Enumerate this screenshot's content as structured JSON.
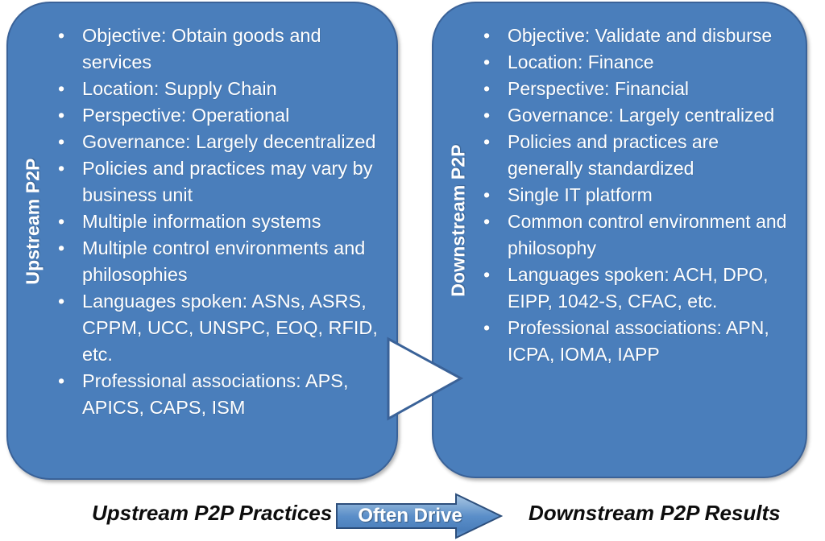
{
  "colors": {
    "panel_fill": "#4a7ebb",
    "panel_border": "#3a6298",
    "panel_text": "#ffffff",
    "caption_text": "#0d0d0d",
    "connector_fill": "#ffffff",
    "drive_arrow_fill": "#5b8fc9",
    "background": "#ffffff"
  },
  "panels": [
    {
      "id": "upstream",
      "side_label": "Upstream P2P",
      "bullet_glyph": "•",
      "bullets": [
        "Objective: Obtain goods and services",
        "Location: Supply Chain",
        "Perspective: Operational",
        "Governance: Largely decentralized",
        "Policies and practices may vary by business unit",
        "Multiple information systems",
        "Multiple control environments and philosophies",
        "Languages spoken: ASNs, ASRS, CPPM, UCC, UNSPC, EOQ, RFID, etc.",
        "Professional associations: APS, APICS, CAPS, ISM"
      ]
    },
    {
      "id": "downstream",
      "side_label": "Downstream P2P",
      "bullet_glyph": "•",
      "bullets": [
        "Objective: Validate and disburse",
        "Location: Finance",
        "Perspective: Financial",
        "Governance: Largely centralized",
        "Policies and practices are generally standardized",
        "Single IT platform",
        "Common control environment and philosophy",
        "Languages spoken: ACH, DPO, EIPP, 1042-S, CFAC, etc.",
        "Professional associations: APN, ICPA, IOMA, IAPP"
      ]
    }
  ],
  "connector": {
    "icon": "right-triangle-arrow-icon"
  },
  "footer": {
    "left_caption": "Upstream P2P Practices",
    "drive_arrow_label": "Often Drive",
    "right_caption": "Downstream P2P Results"
  }
}
